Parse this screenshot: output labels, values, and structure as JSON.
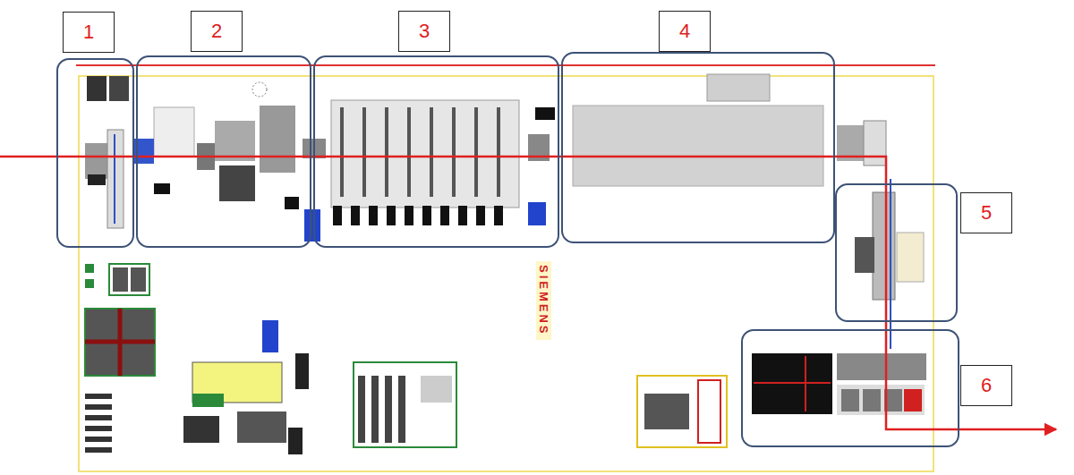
{
  "diagram": {
    "nodes": [
      {
        "text": [
          "1"
        ]
      },
      {
        "text": [
          "2"
        ]
      },
      {
        "text": [
          "3"
        ]
      },
      {
        "text": [
          "4"
        ]
      },
      {
        "text": [
          "5"
        ]
      },
      {
        "text": [
          "6"
        ]
      }
    ],
    "labels": [
      "SIEMENS"
    ]
  }
}
